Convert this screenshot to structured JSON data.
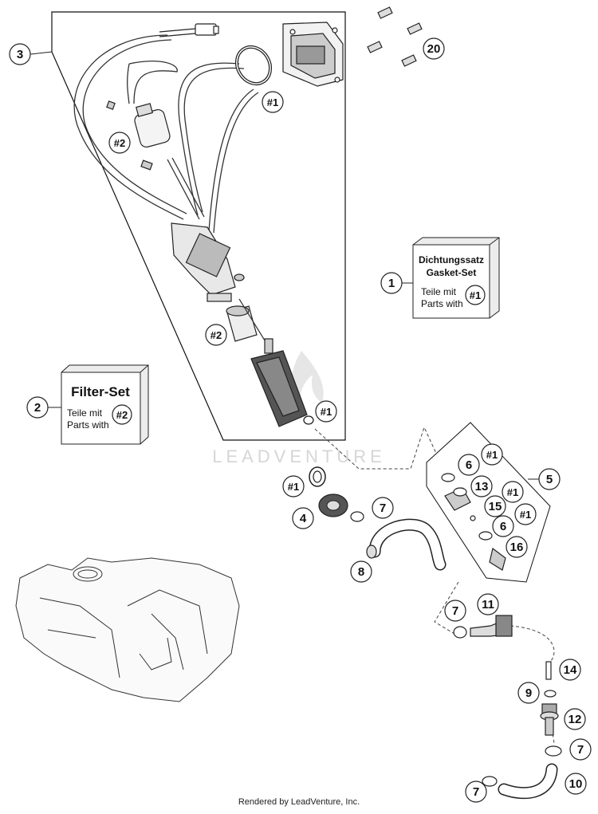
{
  "callouts": {
    "c1": "1",
    "c2": "2",
    "c3": "3",
    "c4": "4",
    "c5": "5",
    "c6a": "6",
    "c6b": "6",
    "c7a": "7",
    "c7b": "7",
    "c7c": "7",
    "c7d": "7",
    "c8": "8",
    "c9": "9",
    "c10": "10",
    "c11": "11",
    "c12": "12",
    "c13": "13",
    "c14": "14",
    "c15": "15",
    "c16": "16",
    "c20": "20"
  },
  "refs": {
    "r1_top": "#1",
    "r1_pump": "#1",
    "r1_gasket": "#1",
    "r1_set_a": "#1",
    "r1_set_b": "#1",
    "r1_set_c": "#1",
    "r2_filter": "#2",
    "r2_ring": "#2"
  },
  "gasket_set": {
    "title_de": "Dichtungssatz",
    "title_en": "Gasket-Set",
    "line1": "Teile mit",
    "line2": "Parts with",
    "ref": "#1"
  },
  "filter_set": {
    "title": "Filter-Set",
    "line1": "Teile mit",
    "line2": "Parts with",
    "ref": "#2"
  },
  "watermark": "LEADVENTURE",
  "footer": "Rendered by LeadVenture, Inc."
}
